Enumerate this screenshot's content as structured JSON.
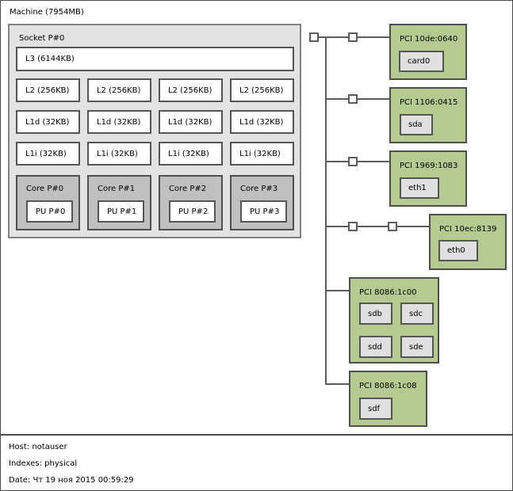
{
  "machine": {
    "label": "Machine (7954MB)"
  },
  "socket": {
    "label": "Socket P#0",
    "l3": "L3 (6144KB)",
    "l2": [
      "L2 (256KB)",
      "L2 (256KB)",
      "L2 (256KB)",
      "L2 (256KB)"
    ],
    "l1d": [
      "L1d (32KB)",
      "L1d (32KB)",
      "L1d (32KB)",
      "L1d (32KB)"
    ],
    "l1i": [
      "L1i (32KB)",
      "L1i (32KB)",
      "L1i (32KB)",
      "L1i (32KB)"
    ],
    "cores": [
      {
        "label": "Core P#0",
        "pu": "PU P#0"
      },
      {
        "label": "Core P#1",
        "pu": "PU P#1"
      },
      {
        "label": "Core P#2",
        "pu": "PU P#2"
      },
      {
        "label": "Core P#3",
        "pu": "PU P#3"
      }
    ]
  },
  "pci": [
    {
      "label": "PCI 10de:0640",
      "devices": [
        "card0"
      ]
    },
    {
      "label": "PCI 1106:0415",
      "devices": [
        "sda"
      ]
    },
    {
      "label": "PCI 1969:1083",
      "devices": [
        "eth1"
      ]
    },
    {
      "label": "PCI 10ec:8139",
      "devices": [
        "eth0"
      ]
    },
    {
      "label": "PCI 8086:1c00",
      "devices": [
        "sdb",
        "sdc",
        "sdd",
        "sde"
      ]
    },
    {
      "label": "PCI 8086:1c08",
      "devices": [
        "sdf"
      ]
    }
  ],
  "footer": {
    "host": "Host: notauser",
    "indexes": "Indexes: physical",
    "date": "Date: Чт 19 ноя 2015 00:59:29"
  },
  "colors": {
    "pci_green": "#b5ca90",
    "core_gray": "#c0c0c0",
    "socket_gray": "#e3e3e3",
    "device_gray": "#e0e0e0",
    "line_gray": "#5c5c5c"
  }
}
